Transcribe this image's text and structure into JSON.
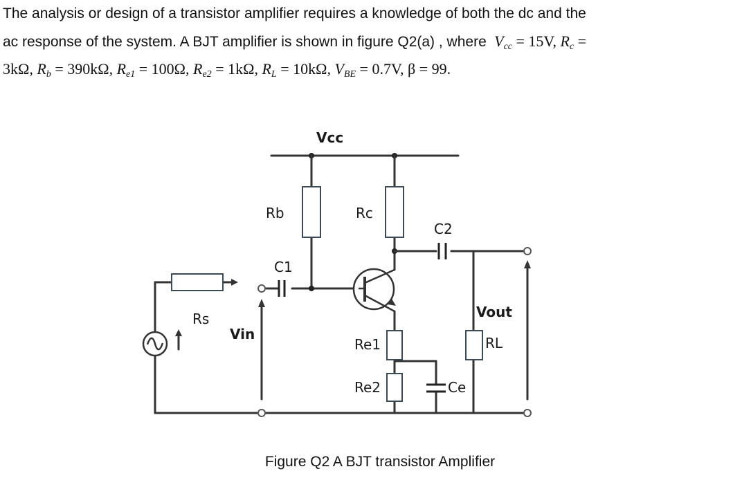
{
  "problem": {
    "line1": "The analysis or design of a transistor amplifier requires a knowledge of both the dc and the",
    "line2_text": "ac response of the system. A BJT amplifier is shown in figure Q2(a) , where",
    "vcc_eq": "= 15V,",
    "rc_eq": "=",
    "line3_a": "3kΩ,",
    "rb_eq": "= 390kΩ,",
    "re1_eq": "= 100Ω,",
    "re2_eq": "= 1kΩ,",
    "rl_eq": "= 10kΩ,",
    "vbe_eq": "= 0.7V,",
    "beta_eq": "β = 99."
  },
  "circuit": {
    "labels": {
      "vcc": "Vcc",
      "rb": "Rb",
      "rc": "Rc",
      "c2": "C2",
      "c1": "C1",
      "rs": "Rs",
      "vin": "Vin",
      "vout": "Vout",
      "re1": "Re1",
      "rl": "RL",
      "re2": "Re2",
      "ce": "Ce"
    }
  },
  "caption": "Figure Q2 A BJT transistor Amplifier",
  "colors": {
    "text": "#111111",
    "wire": "#333333",
    "resistor_outline": "#5a8fc0"
  }
}
